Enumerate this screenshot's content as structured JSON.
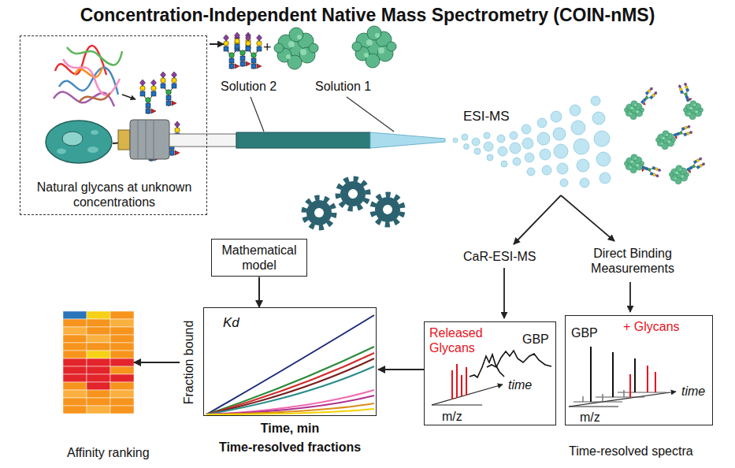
{
  "diagram": {
    "title": "Concentration-Independent Native Mass Spectrometry (COIN-nMS)",
    "nodes": [
      {
        "text": [
          "Natural glycans at unknown concentrations"
        ]
      },
      {
        "text": [
          "Mathematical model"
        ]
      },
      {
        "text": [
          "Released Glycans",
          "GBP",
          "m/z",
          "time"
        ]
      },
      {
        "text": [
          "GBP",
          "+ Glycans",
          "m/z",
          "time"
        ]
      },
      {
        "text": [
          "Affinity ranking"
        ]
      },
      {
        "text": [
          "Kd",
          "Fraction bound",
          "Time, min",
          "Time-resolved fractions"
        ]
      }
    ],
    "edges": [
      {
        "from": 1,
        "to": 5,
        "arrow": "to"
      },
      {
        "from": 2,
        "to": 5,
        "arrow": "to"
      },
      {
        "from": 5,
        "to": 4,
        "arrow": "to"
      }
    ],
    "labels": [
      "+",
      "Solution 2",
      "Solution 1",
      "ESI-MS",
      "CaR-ESI-MS",
      "Direct Binding Measurements",
      "Time-resolved spectra"
    ]
  }
}
